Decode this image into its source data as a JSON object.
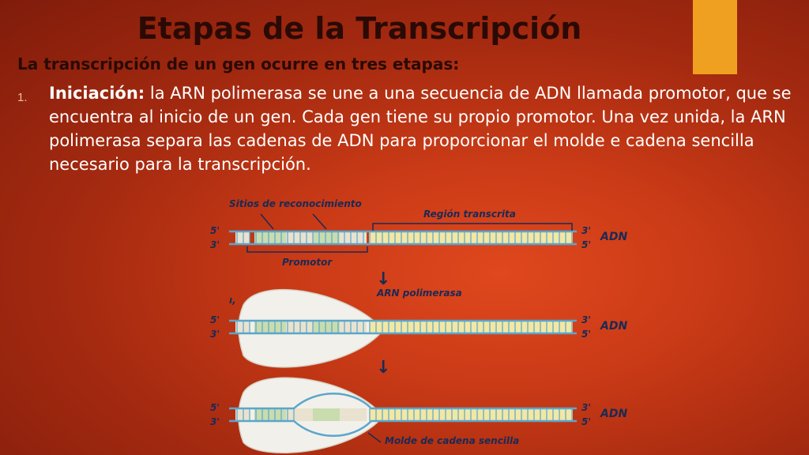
{
  "slide": {
    "title": "Etapas de la Transcripción",
    "subtitle": "La transcripción de un gen ocurre en tres etapas:",
    "steps": [
      {
        "number": "1.",
        "term": "Iniciación:",
        "text": " la ARN polimerasa se une a una secuencia de ADN llamada promotor, que se encuentra al inicio de un gen. Cada gen tiene su propio promotor. Una vez unida, la ARN polimerasa separa las cadenas de ADN para proporcionar el molde e cadena sencilla necesario para la transcripción."
      }
    ],
    "accent_color": "#f0a020"
  },
  "diagram": {
    "labels": {
      "recognition_sites": "Sitios de reconocimiento",
      "transcribed_region": "Región transcrita",
      "promoter": "Promotor",
      "polymerase": "ARN polimerasa",
      "template": "Molde de cadena sencilla",
      "dna": "ADN",
      "five_prime": "5'",
      "three_prime": "3'"
    },
    "arrow": "↓",
    "colors": {
      "backbone": "#5aa6cc",
      "promoter_box": "#c8dcae",
      "region_box": "#f2e7a4",
      "polymerase": "#f2f0ea",
      "ink": "#1a2a55"
    }
  }
}
